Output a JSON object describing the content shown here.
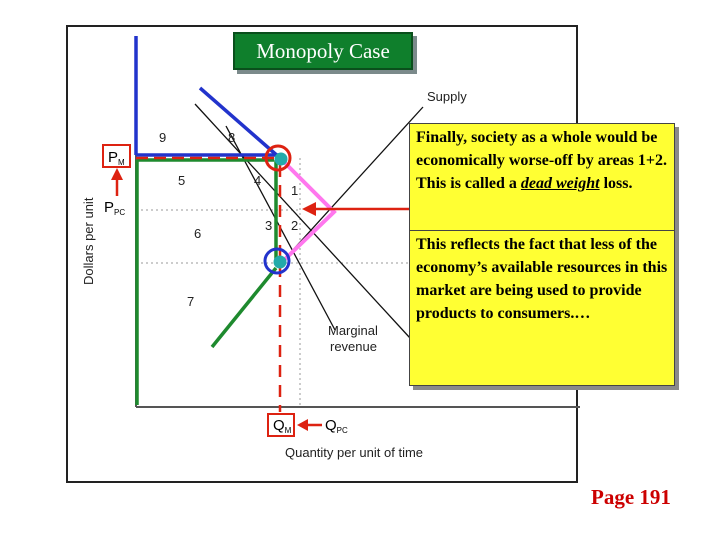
{
  "title": "Monopoly Case",
  "page_number": "Page 191",
  "graph": {
    "y_axis_label": "Dollars per unit",
    "x_axis_label": "Quantity per unit of time",
    "supply_label": "Supply",
    "mr_label_line1": "Marginal",
    "mr_label_line2": "revenue",
    "pm_label": "P",
    "pm_sub": "M",
    "ppc_label": "P",
    "ppc_sub": "PC",
    "qm_label": "Q",
    "qm_sub": "M",
    "qpc_label": "Q",
    "qpc_sub": "PC",
    "areas": [
      "1",
      "2",
      "3",
      "4",
      "5",
      "6",
      "7",
      "8",
      "9"
    ]
  },
  "note1": {
    "text_before": "Finally, society as a whole would be economically worse-off by areas 1+2. This is called a ",
    "emphasis": "dead weight",
    "text_after": " loss."
  },
  "note2": {
    "text": "This reflects the fact that less of the economy’s available resources in this market are being used to provide products to consumers.…"
  },
  "colors": {
    "title_bg": "#0f7f2c",
    "note_bg": "#ffff33",
    "accent_red": "#dd2211",
    "blue": "#2233cc",
    "green": "#1e8a2e",
    "pink": "#ff77ee",
    "cyan": "#22aaaa"
  }
}
